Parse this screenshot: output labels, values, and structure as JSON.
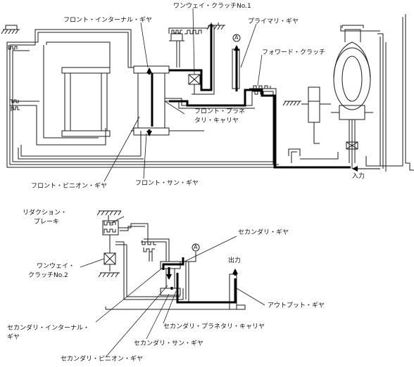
{
  "labels": {
    "front_internal_gear": "フロント・インターナル・ギヤ",
    "one_way_clutch_1": "ワンウェイ・クラッチNo.1",
    "primary_gear": "プライマリ・ギヤ",
    "marker_a_top": "A",
    "forward_clutch": "フォワード・クラッチ",
    "front_planetary_carrier_1": "フロント・プラネ",
    "front_planetary_carrier_2": "タリ・キャリヤ",
    "front_pinion_gear": "フロント・ピニオン・ギヤ",
    "front_sun_gear": "フロント・サン・ギヤ",
    "input": "入力",
    "reduction_brake_1": "リダクション・",
    "reduction_brake_2": "ブレーキ",
    "secondary_gear": "セカンダリ・ギヤ",
    "marker_a_bottom": "A",
    "output": "出力",
    "one_way_clutch_2_1": "ワンウェイ・",
    "one_way_clutch_2_2": "クラッチNo.2",
    "output_gear": "アウトプット・ギヤ",
    "secondary_internal_gear_1": "セカンダリ・インターナル・",
    "secondary_internal_gear_2": "ギヤ",
    "secondary_planetary_carrier": "セカンダリ・プラネタリ・キャリヤ",
    "secondary_sun_gear": "セカンダリ・サン・ギヤ",
    "secondary_pinion_gear": "セカンダリ・ピニオン・ギヤ"
  },
  "colors": {
    "line": "#1a1a1a",
    "power_flow": "#000000",
    "background": "#ffffff"
  }
}
